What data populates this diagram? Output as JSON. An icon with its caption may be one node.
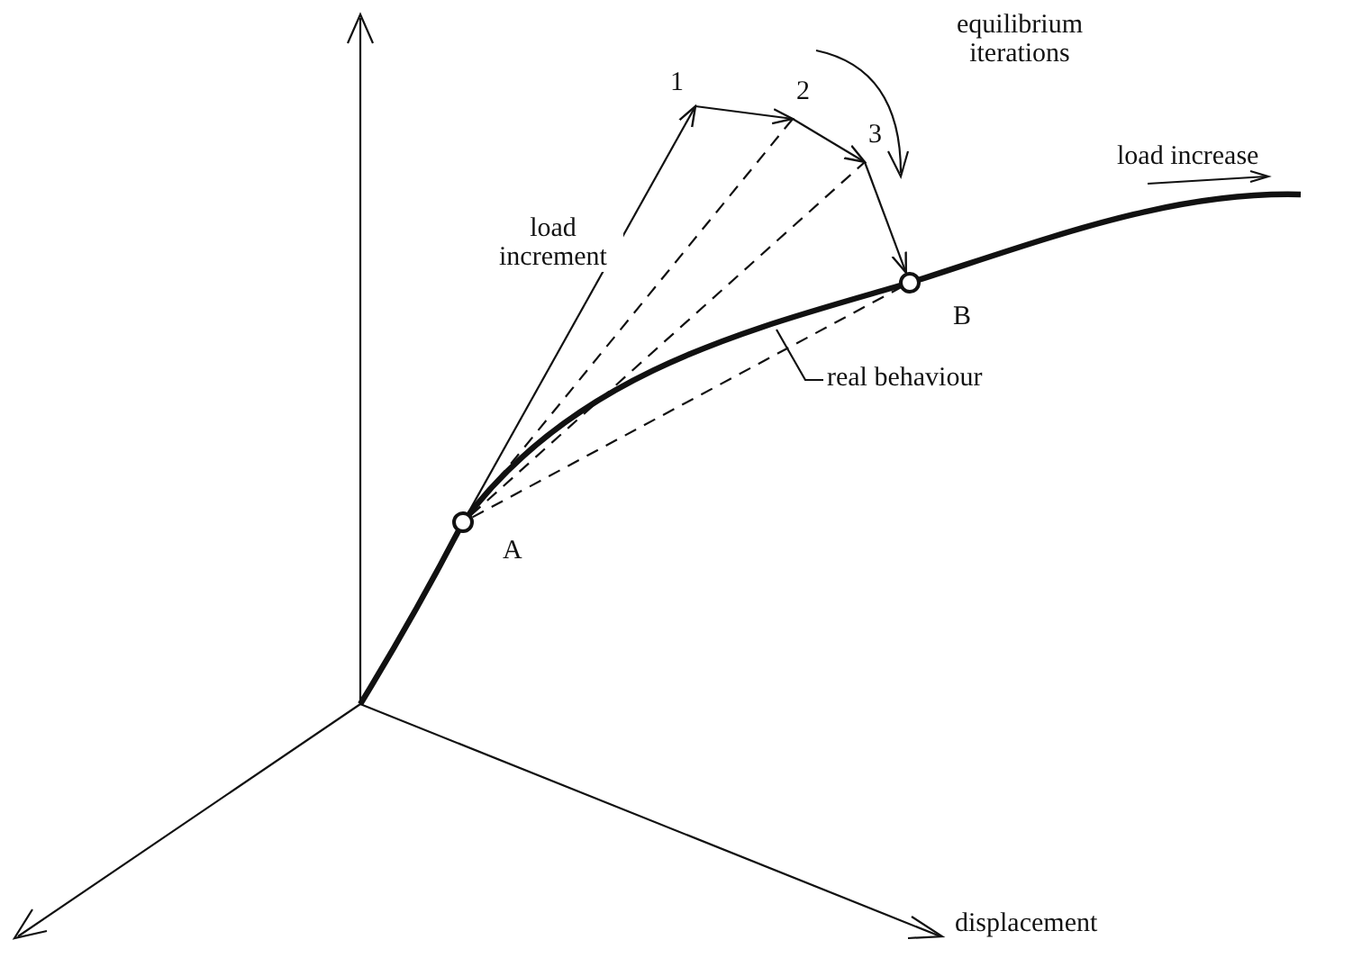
{
  "diagram": {
    "nodes": [
      {
        "text": [],
        "shape": "circle",
        "beside": [
          "A"
        ]
      },
      {
        "text": [],
        "shape": "circle",
        "beside": [
          "B"
        ]
      },
      {
        "text": [
          "1"
        ]
      },
      {
        "text": [
          "2"
        ]
      },
      {
        "text": [
          "3"
        ]
      },
      {
        "text": [
          "real behaviour"
        ]
      }
    ],
    "edges": [
      {
        "from": 0,
        "to": 2,
        "arrow": "to",
        "label": "load increment"
      },
      {
        "from": 2,
        "to": 3,
        "arrow": "to"
      },
      {
        "from": 3,
        "to": 4,
        "arrow": "to"
      },
      {
        "from": 4,
        "to": 1,
        "arrow": "to"
      },
      {
        "from": 0,
        "to": 3,
        "arrow": "none",
        "style": "dashed"
      },
      {
        "from": 0,
        "to": 4,
        "arrow": "none",
        "style": "dashed"
      },
      {
        "from": 0,
        "to": 1,
        "arrow": "none",
        "style": "dashed"
      },
      {
        "from": 5,
        "to": null,
        "arrow": "none"
      }
    ],
    "labels": [
      "equilibrium iterations",
      "load increase",
      "displacement"
    ]
  }
}
